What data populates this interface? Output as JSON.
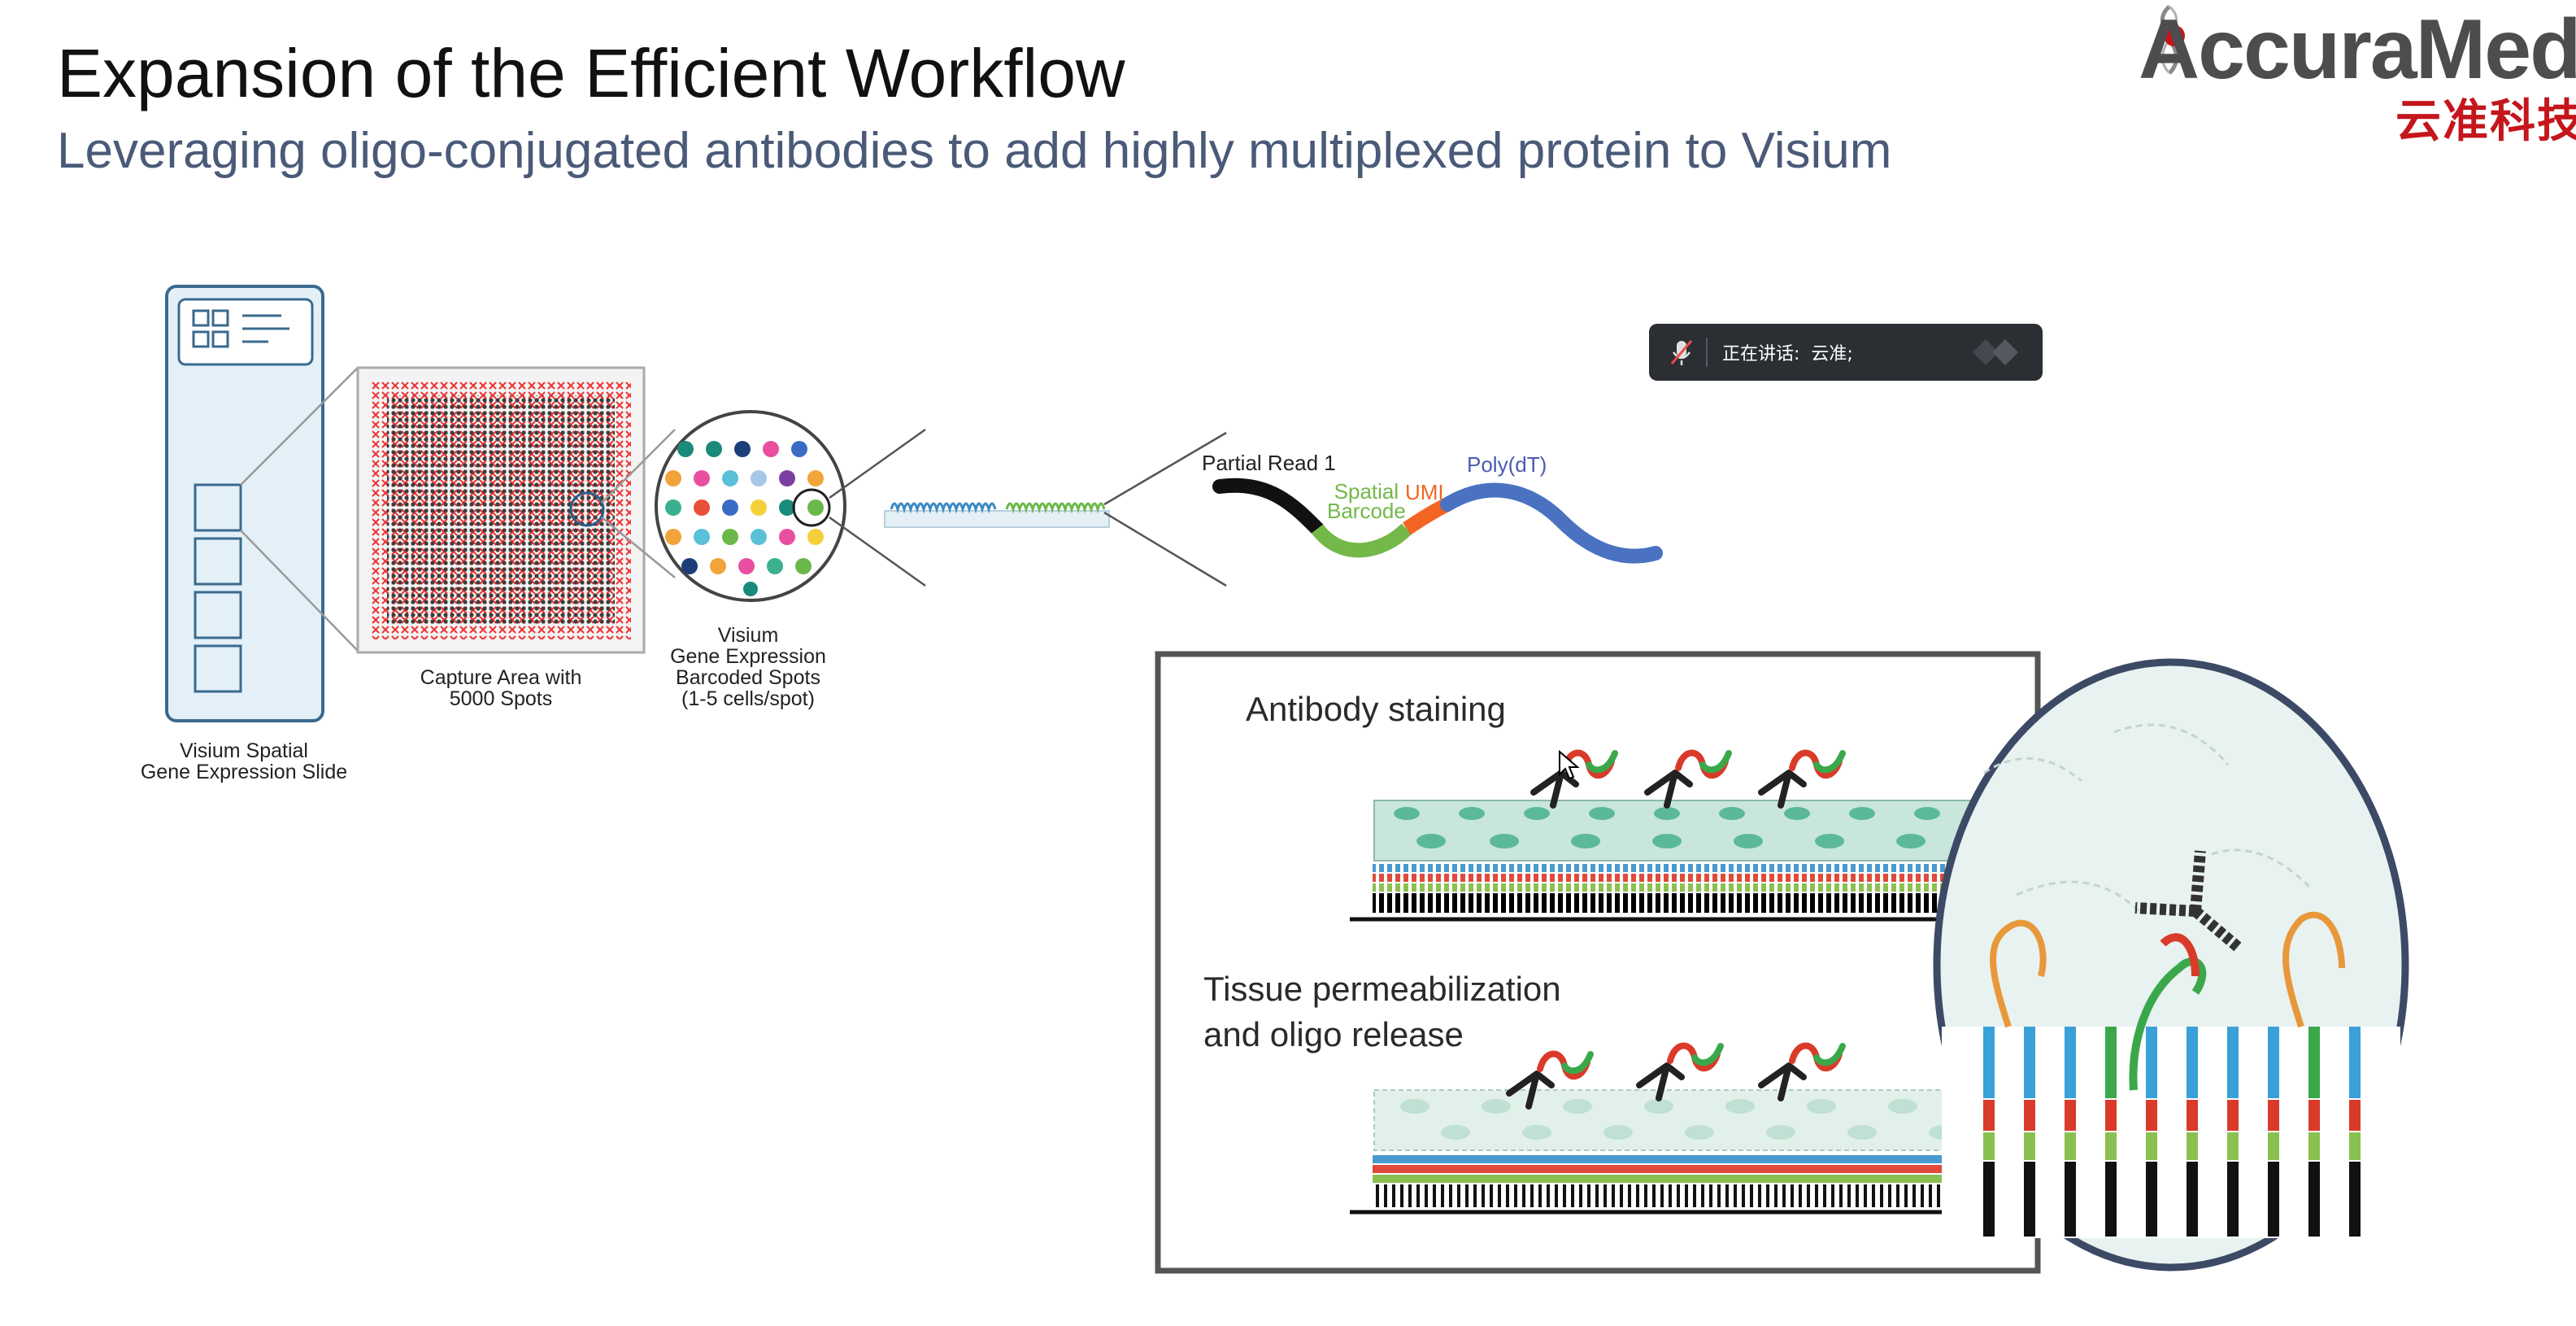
{
  "slide": {
    "title": "Expansion of the Efficient Workflow",
    "subtitle": "Leveraging oligo-conjugated antibodies to add highly multiplexed protein to Visium"
  },
  "logo": {
    "main": "AccuraMed",
    "sub": "云准科技",
    "colors": {
      "text": "#4d4d4d",
      "accent": "#c4161c"
    }
  },
  "meeting": {
    "speaking_label": "正在讲话:",
    "speaker": "云准;",
    "icons": [
      "mic-muted-icon",
      "diamond-icon"
    ]
  },
  "diagram": {
    "slide_label_line1": "Visium Spatial",
    "slide_label_line2": "Gene Expression Slide",
    "capture_label_line1": "Capture Area with",
    "capture_label_line2": "5000 Spots",
    "spots_label_line1": "Visium",
    "spots_label_line2": "Gene Expression",
    "spots_label_line3": "Barcoded Spots",
    "spots_label_line4": "(1-5 cells/spot)",
    "oligo_labels": {
      "partial_read": "Partial Read 1",
      "spatial_barcode_line1": "Spatial",
      "spatial_barcode_line2": "Barcode",
      "umi": "UMI",
      "polydt": "Poly(dT)"
    },
    "oligo_colors": {
      "partial_read": "#111111",
      "barcode": "#74b84a",
      "umi": "#f26522",
      "polydt": "#4a72c0"
    },
    "panel": {
      "step1": "Antibody staining",
      "step2_line1": "Tissue permeabilization",
      "step2_line2": "and oligo release"
    }
  }
}
